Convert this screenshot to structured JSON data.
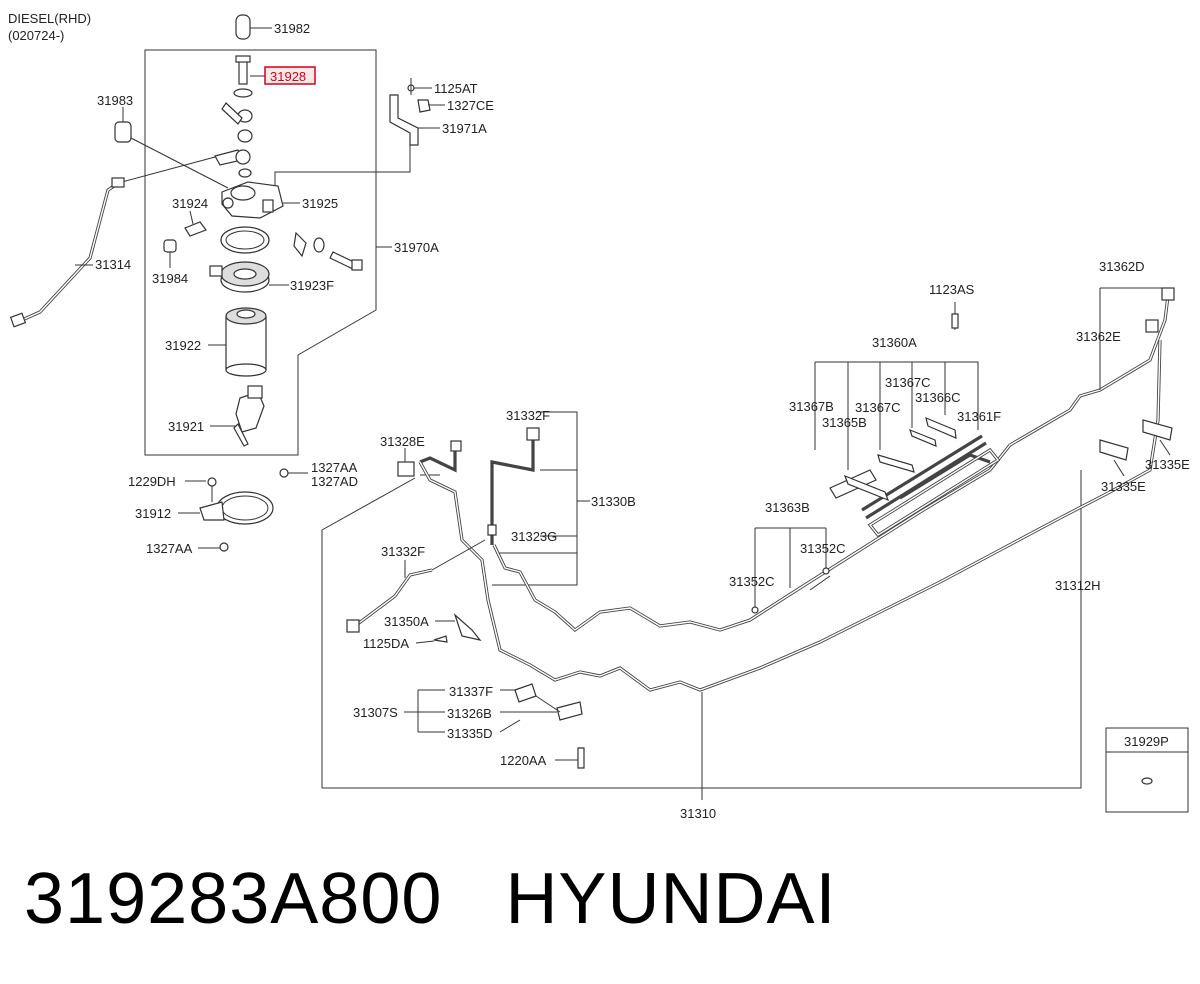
{
  "header": {
    "line1": "DIESEL(RHD)",
    "line2": "(020724-)"
  },
  "highlight_part": "31928",
  "labels": {
    "p31982": "31982",
    "p31928": "31928",
    "p31983": "31983",
    "p1125AT": "1125AT",
    "p1327CE": "1327CE",
    "p31971A": "31971A",
    "p31924": "31924",
    "p31925": "31925",
    "p31970A": "31970A",
    "p31314": "31314",
    "p31984": "31984",
    "p31923F": "31923F",
    "p31922": "31922",
    "p31921": "31921",
    "p1327AA_a": "1327AA",
    "p1327AD": "1327AD",
    "p1229DH": "1229DH",
    "p31912": "31912",
    "p1327AA_b": "1327AA",
    "p31328E": "31328E",
    "p31332F_a": "31332F",
    "p31330B": "31330B",
    "p31323G": "31323G",
    "p31332F_b": "31332F",
    "p31350A": "31350A",
    "p1125DA": "1125DA",
    "p31337F": "31337F",
    "p31307S": "31307S",
    "p31326B": "31326B",
    "p31335D": "31335D",
    "p1220AA": "1220AA",
    "p31310": "31310",
    "p31363B": "31363B",
    "p31352C_a": "31352C",
    "p31352C_b": "31352C",
    "p31312H": "31312H",
    "p1123AS": "1123AS",
    "p31360A": "31360A",
    "p31367B": "31367B",
    "p31367C_a": "31367C",
    "p31367C_b": "31367C",
    "p31366C": "31366C",
    "p31365B": "31365B",
    "p31361F": "31361F",
    "p31362D": "31362D",
    "p31362E": "31362E",
    "p31335E_a": "31335E",
    "p31335E_b": "31335E",
    "p31929P": "31929P"
  },
  "footer": {
    "part_number": "319283A800",
    "brand": "HYUNDAI"
  },
  "colors": {
    "highlight": "#d0021b",
    "line": "#333333"
  }
}
